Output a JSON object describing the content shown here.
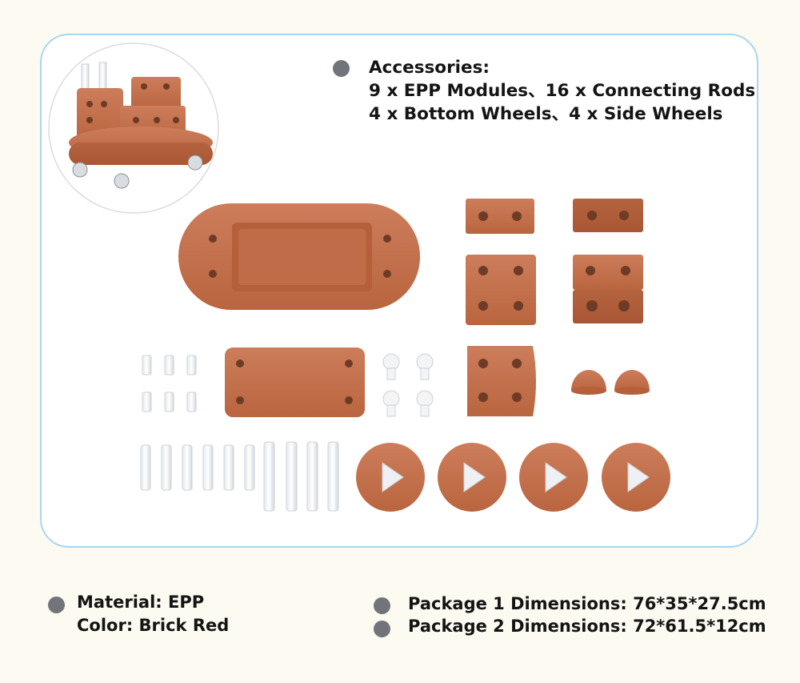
{
  "accessories": {
    "heading": "Accessories:",
    "line1": "9 x EPP Modules、16 x Connecting Rods",
    "line2": "4 x Bottom Wheels、4 x Side Wheels"
  },
  "specs": {
    "material": "Material: EPP",
    "color": "Color: Brick Red",
    "package1": "Package 1 Dimensions: 76*35*27.5cm",
    "package2": "Package 2 Dimensions: 72*61.5*12cm"
  },
  "colors": {
    "page_background": "#fcfaf1",
    "card_border": "#a9d7ee",
    "brick_red": "#c5724f",
    "bullet": "#717478"
  }
}
